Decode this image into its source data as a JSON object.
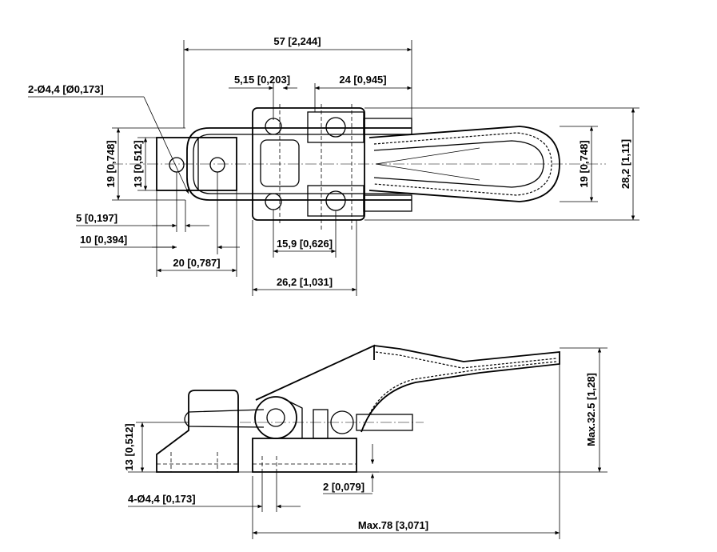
{
  "top_view": {
    "dim_overall_length": "57 [2,244]",
    "dim_pivot_offset": "5,15 [0,203]",
    "dim_handle_offset": "24 [0,945]",
    "dim_holes": "2-Ø4,4 [Ø0,173]",
    "dim_width_left": "19 [0,748]",
    "dim_base_width": "13 [0,512]",
    "dim_width_right": "19 [0,748]",
    "dim_total_width": "28,2 [1,11]",
    "dim_hole_edge": "5 [0,197]",
    "dim_hole_pitch": "10 [0,394]",
    "dim_base_length": "20 [0,787]",
    "dim_bolt_spacing": "15,9 [0,626]",
    "dim_body_length": "26,2 [1,031]"
  },
  "side_view": {
    "dim_base_height": "13 [0,512]",
    "dim_max_height": "Max.32.5 [1,28]",
    "dim_gap": "2 [0,079]",
    "dim_holes": "4-Ø4,4 [0,173]",
    "dim_max_length": "Max.78 [3,071]"
  }
}
